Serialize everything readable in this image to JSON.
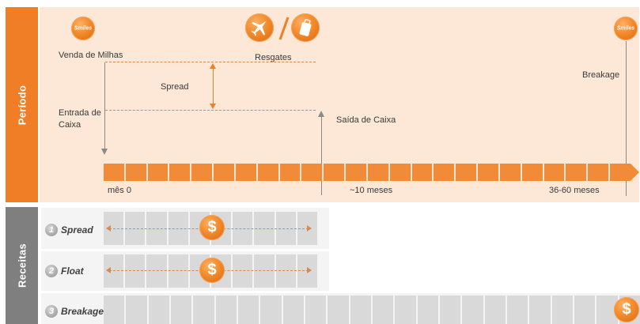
{
  "periodo_label": "Período",
  "receitas_label": "Receitas",
  "smiles_logo_text": "Smiles",
  "labels": {
    "venda": "Venda de Milhas",
    "resgates": "Resgates",
    "spread": "Spread",
    "breakage": "Breakage",
    "entrada_line1": "Entrada de",
    "entrada_line2": "Caixa",
    "saida": "Saída de Caixa",
    "mes0": "mês 0",
    "meses10": "~10 meses",
    "meses3660": "36-60 meses"
  },
  "revenues": [
    {
      "num": "1",
      "label": "Spread"
    },
    {
      "num": "2",
      "label": "Float"
    },
    {
      "num": "3",
      "label": "Breakage"
    }
  ],
  "colors": {
    "orange": "#f07e26",
    "panel": "#fde7d6",
    "cell": "#d9d9d9"
  }
}
